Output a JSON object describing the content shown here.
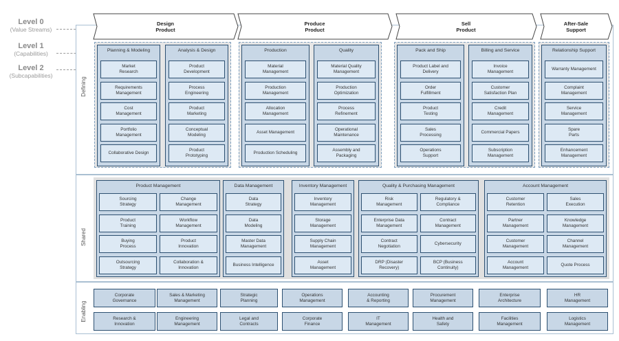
{
  "levels": [
    {
      "title": "Level 0",
      "subtitle": "(Value Streams)"
    },
    {
      "title": "Level 1",
      "subtitle": "(Capabilities)"
    },
    {
      "title": "Level 2",
      "subtitle": "(Subcapabilities)"
    }
  ],
  "sections": {
    "defining": "Defining",
    "shared": "Shared",
    "enabling": "Enabling"
  },
  "value_streams": [
    "Design\nProduct",
    "Produce\nProduct",
    "Sell\nProduct",
    "After-Sale\nSupport"
  ],
  "defining_groups": [
    {
      "capabilities": [
        {
          "title": "Planning & Modeling",
          "items": [
            "Market\nResearch",
            "Requirements\nManagement",
            "Cost\nManagement",
            "Portfolio\nManagement",
            "Collaborative Design"
          ]
        },
        {
          "title": "Analysis & Design",
          "items": [
            "Product\nDevelopment",
            "Process\nEngineering",
            "Product\nMarketing",
            "Conceptual\nModeling",
            "Product\nPrototyping"
          ]
        }
      ]
    },
    {
      "capabilities": [
        {
          "title": "Production",
          "items": [
            "Material\nManagement",
            "Production\nManagement",
            "Allocation\nManagement",
            "Asset Management",
            "Production Scheduling"
          ]
        },
        {
          "title": "Quality",
          "items": [
            "Material Quality\nManagement",
            "Production\nOptimization",
            "Process\nRefinement",
            "Operational\nMaintenance",
            "Assembly and\nPackaging"
          ]
        }
      ]
    },
    {
      "capabilities": [
        {
          "title": "Pack and Ship",
          "items": [
            "Product Label and\nDelivery",
            "Order\nFulfillment",
            "Product\nTesting",
            "Sales\nProcessing",
            "Operations\nSupport"
          ]
        },
        {
          "title": "Billing and Service",
          "items": [
            "Invoice\nManagement",
            "Customer\nSatisfaction Plan",
            "Credit\nManagement",
            "Commercial Papers",
            "Subscription\nManagement"
          ]
        }
      ]
    },
    {
      "capabilities": [
        {
          "title": "Relationship Support",
          "items": [
            "Warranty Management",
            "Complaint\nManagement",
            "Service\nManagement",
            "Spare\nParts",
            "Enhancement\nManagement"
          ]
        }
      ]
    }
  ],
  "shared_capabilities": [
    {
      "title": "Product Management",
      "items": [
        "Sourcing\nStrategy",
        "Change\nManagement",
        "Product\nTraining",
        "Workflow\nManagement",
        "Buying\nProcess",
        "Product\nInnovation",
        "Outsourcing\nStrategy",
        "Collaboration &\nInnovation"
      ]
    },
    {
      "title": "Data Management",
      "items": [
        "Data\nStrategy",
        "Data\nModeling",
        "Master Data\nManagement",
        "Business Intelligence"
      ]
    },
    {
      "title": "Inventory Management",
      "items": [
        "Inventory\nManagement",
        "Storage\nManagement",
        "Supply Chain\nManagement",
        "Asset\nManagement"
      ]
    },
    {
      "title": "Quality & Purchasing Management",
      "items": [
        "Risk\nManagement",
        "Regulatory &\nCompliance",
        "Enterprise Data\nManagement",
        "Contract\nManagement",
        "Contract\nNegotiation",
        "Cybersecurity",
        "DRP (Disaster\nRecovery)",
        "BCP (Business\nContinuity)"
      ]
    },
    {
      "title": "Account Management",
      "items": [
        "Customer\nRetention",
        "Sales\nExecution",
        "Partner\nManagement",
        "Knowledge\nManagement",
        "Customer\nManagement",
        "Channel\nManagement",
        "Account\nManagement",
        "Quote Process"
      ]
    }
  ],
  "enabling": [
    [
      "Corporate\nGovernance",
      "Sales & Marketing\nManagement",
      "Strategic\nPlanning",
      "Operations\nManagement",
      "Accounting\n& Reporting",
      "Procurement\nManagement",
      "Enterprise\nArchitecture",
      "HR\nManagement"
    ],
    [
      "Research &\nInnovation",
      "Engineering\nManagement",
      "Legal and\nContracts",
      "Corporate\nFinance",
      "IT\nManagement",
      "Health and\nSafety",
      "Facilities\nManagement",
      "Logistics\nManagement"
    ]
  ]
}
